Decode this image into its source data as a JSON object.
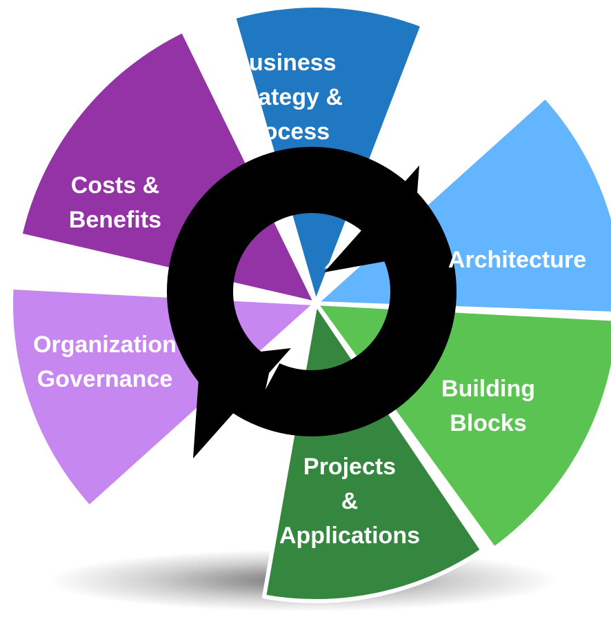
{
  "diagram": {
    "segments": [
      {
        "id": "business-strategy-process",
        "lines": [
          "Business",
          "Strategy &",
          "Process"
        ],
        "color": "#1f78c1"
      },
      {
        "id": "architecture",
        "lines": [
          "Architecture"
        ],
        "color": "#63b5ff"
      },
      {
        "id": "building-blocks",
        "lines": [
          "Building",
          "Blocks"
        ],
        "color": "#5ac352"
      },
      {
        "id": "projects-applications",
        "lines": [
          "Projects",
          "&",
          "Applications"
        ],
        "color": "#358740"
      },
      {
        "id": "organization-governance",
        "lines": [
          "Organization",
          "Governance"
        ],
        "color": "#c787f0"
      },
      {
        "id": "costs-benefits",
        "lines": [
          "Costs &",
          "Benefits"
        ],
        "color": "#9333a6"
      }
    ],
    "cycle_icon": {
      "name": "refresh-cycle-icon",
      "color": "#000000"
    }
  }
}
